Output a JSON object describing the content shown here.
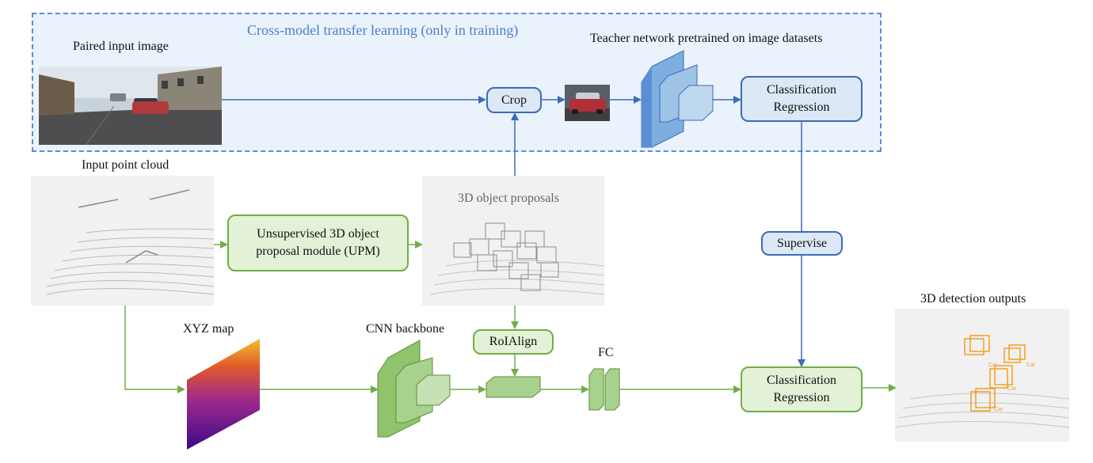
{
  "region": {
    "title": "Cross-model transfer learning (only in training)"
  },
  "labels": {
    "paired_input_image": "Paired input image",
    "teacher_network": "Teacher network pretrained on image datasets",
    "input_point_cloud": "Input point cloud",
    "proposals": "3D object proposals",
    "xyz_map": "XYZ map",
    "cnn_backbone": "CNN backbone",
    "fc": "FC",
    "detection_outputs": "3D detection outputs"
  },
  "boxes": {
    "crop": "Crop",
    "teacher_head_line1": "Classification",
    "teacher_head_line2": "Regression",
    "upm_line1": "Unsupervised 3D object",
    "upm_line2": "proposal module (UPM)",
    "supervise": "Supervise",
    "roialign": "RoIAlign",
    "student_head_line1": "Classification",
    "student_head_line2": "Regression"
  },
  "detections": {
    "class_label": "Car"
  },
  "colors": {
    "blue": "#3b6cb7",
    "blue_fill": "#9dc3e6",
    "green": "#70ad47",
    "green_fill": "#a9d18e",
    "orange": "#f0a020"
  }
}
